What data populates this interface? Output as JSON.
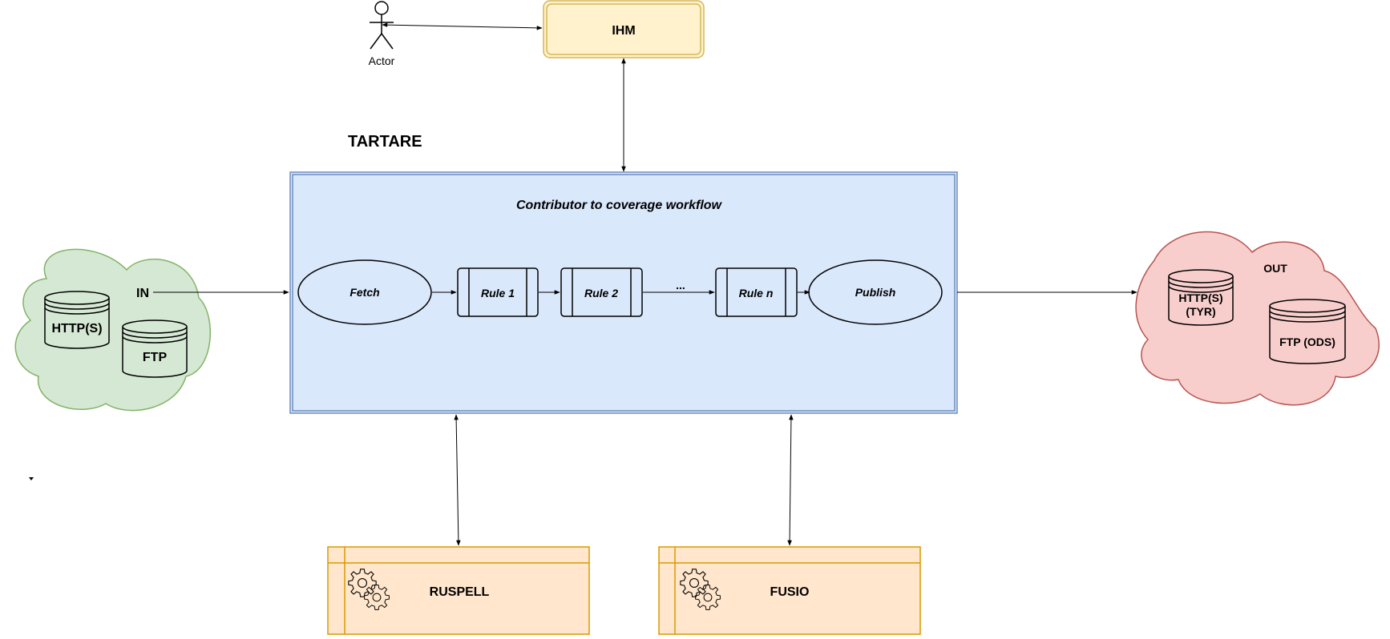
{
  "actor": {
    "label": "Actor"
  },
  "ihm": {
    "label": "IHM"
  },
  "tartare": {
    "title": "TARTARE"
  },
  "workflow": {
    "title": "Contributor to coverage workflow",
    "steps": {
      "fetch": "Fetch",
      "rule1": "Rule 1",
      "rule2": "Rule 2",
      "ellipsis": "...",
      "rulen": "Rule n",
      "publish": "Publish"
    }
  },
  "in_cloud": {
    "label": "IN",
    "stores": [
      "HTTP(S)",
      "FTP"
    ]
  },
  "out_cloud": {
    "label": "OUT",
    "store_https": [
      "HTTP(S)",
      "(TYR)"
    ],
    "store_ftp": "FTP (ODS)"
  },
  "services": {
    "ruspell": "RUSPELL",
    "fusio": "FUSIO"
  },
  "colors": {
    "workflow_fill": "#dae8fc",
    "workflow_stroke": "#6c8ebf",
    "ihm_fill": "#fff2cc",
    "ihm_stroke": "#d6b656",
    "in_fill": "#d5e8d4",
    "in_stroke": "#82b366",
    "out_fill": "#f8cecc",
    "out_stroke": "#b85450",
    "service_fill": "#ffe6cc",
    "service_stroke": "#d79b00"
  },
  "icons": {
    "actor": "stick-figure-icon",
    "service": "gears-icon",
    "store": "database-cylinder-icon"
  }
}
